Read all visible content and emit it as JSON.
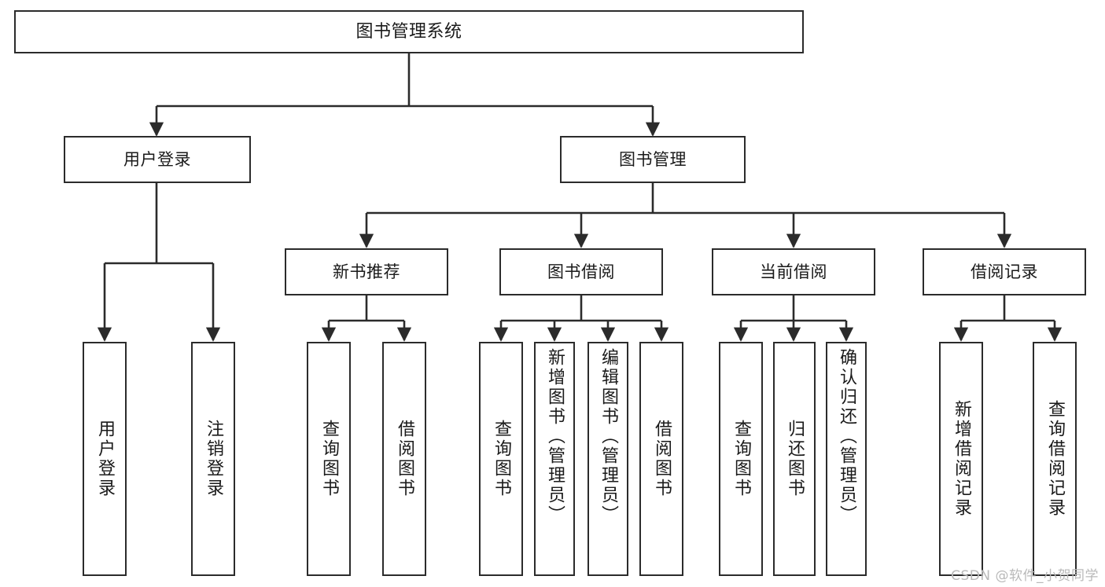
{
  "diagram": {
    "title": "图书管理系统",
    "type": "tree",
    "background_color": "#ffffff",
    "line_color": "#2b2b2b",
    "box_fill": "#ffffff",
    "text_color": "#1a1a1a",
    "root": {
      "label": "图书管理系统"
    },
    "level2": [
      {
        "label": "用户登录"
      },
      {
        "label": "图书管理"
      }
    ],
    "level3": [
      {
        "label": "新书推荐"
      },
      {
        "label": "图书借阅"
      },
      {
        "label": "当前借阅"
      },
      {
        "label": "借阅记录"
      }
    ],
    "leaves": {
      "user_login": [
        {
          "label": "用户登录"
        },
        {
          "label": "注销登录"
        }
      ],
      "new_book": [
        {
          "label": "查询图书"
        },
        {
          "label": "借阅图书"
        }
      ],
      "book_borrow": [
        {
          "label": "查询图书"
        },
        {
          "label": "新增图书（管理员）"
        },
        {
          "label": "编辑图书（管理员）"
        },
        {
          "label": "借阅图书"
        }
      ],
      "current_borrow": [
        {
          "label": "查询图书"
        },
        {
          "label": "归还图书"
        },
        {
          "label": "确认归还（管理员）"
        }
      ],
      "borrow_record": [
        {
          "label": "新增借阅记录"
        },
        {
          "label": "查询借阅记录"
        }
      ]
    }
  },
  "watermark": {
    "text": "CSDN @软件_小贺同学"
  }
}
